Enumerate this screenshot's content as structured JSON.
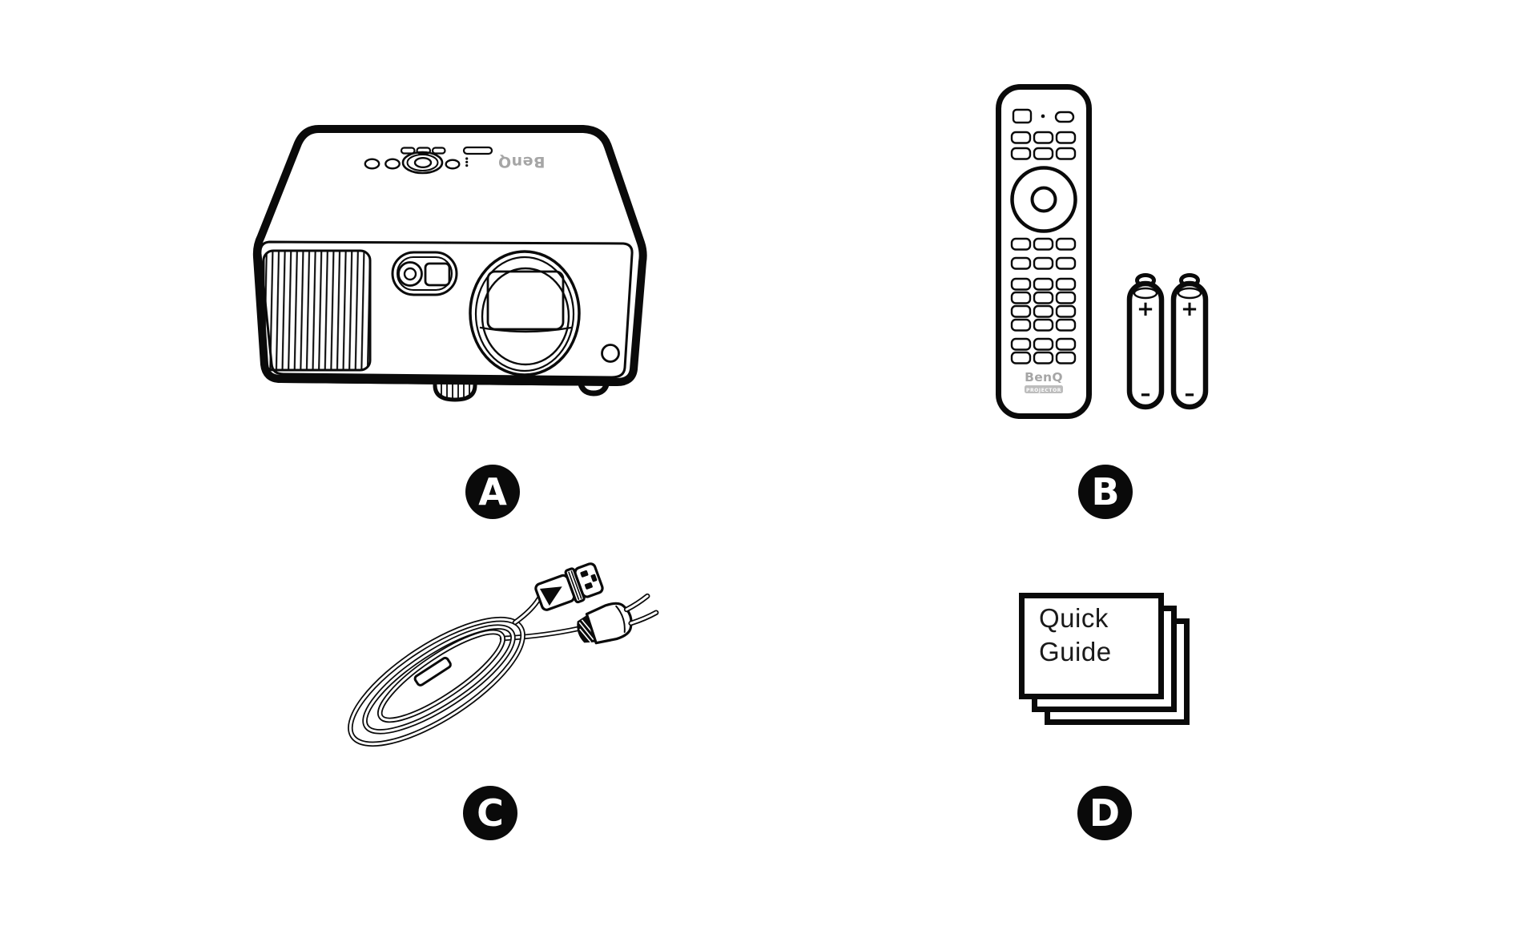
{
  "items": {
    "projector": {
      "label": "A",
      "top_logo": "BenQ"
    },
    "remote": {
      "label": "B",
      "logo": "BenQ",
      "badge": "PROJECTOR"
    },
    "batteries": {
      "plus": "+",
      "minus": "–"
    },
    "power_cord": {
      "label": "C"
    },
    "quick_guide": {
      "label": "D",
      "title_line1": "Quick",
      "title_line2": "Guide"
    }
  },
  "colors": {
    "background": "#ffffff",
    "ink": "#0a0a0a",
    "brand_gray": "#a6a6a6",
    "badge_gray": "#bdbdbd"
  }
}
